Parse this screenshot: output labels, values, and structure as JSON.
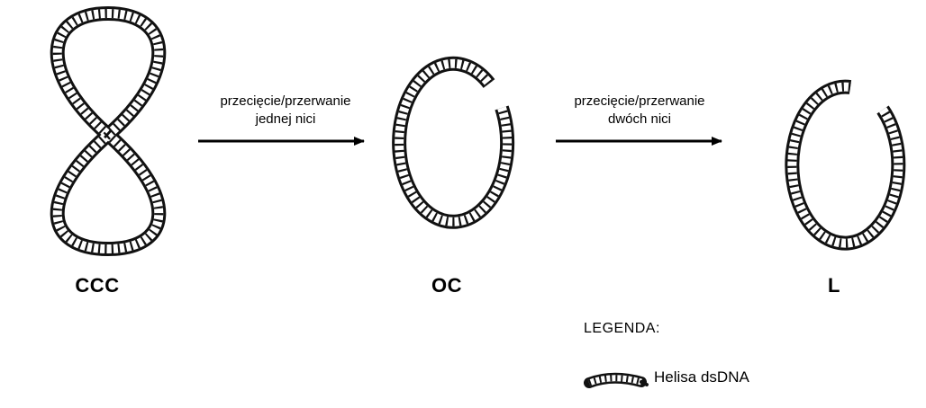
{
  "forms": [
    {
      "id": "ccc",
      "label": "CCC"
    },
    {
      "id": "oc",
      "label": "OC"
    },
    {
      "id": "l",
      "label": "L"
    }
  ],
  "arrows": [
    {
      "line1": "przecięcie/przerwanie",
      "line2": "jednej nici"
    },
    {
      "line1": "przecięcie/przerwanie",
      "line2": "dwóch nici"
    }
  ],
  "legend": {
    "title": "LEGENDA:",
    "item_label": "Helisa dsDNA"
  },
  "colors": {
    "strand": "#111111",
    "rung_fill": "#ffffff",
    "background": "#ffffff"
  }
}
